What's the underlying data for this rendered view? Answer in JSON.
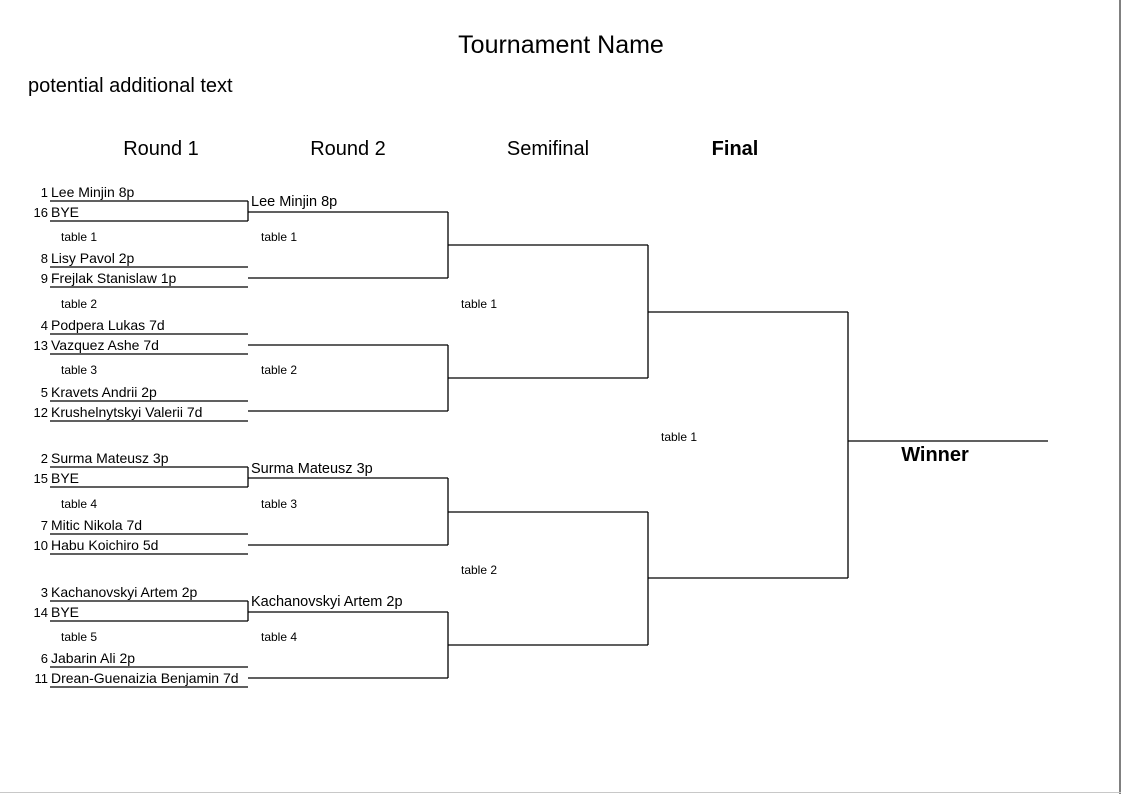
{
  "title": "Tournament Name",
  "subtitle": "potential additional text",
  "rounds": [
    "Round 1",
    "Round 2",
    "Semifinal",
    "Final"
  ],
  "winner_label": "Winner",
  "round1": [
    {
      "seed": "1",
      "name": "Lee Minjin 8p"
    },
    {
      "seed": "16",
      "name": "BYE"
    },
    {
      "seed": "8",
      "name": "Lisy Pavol 2p"
    },
    {
      "seed": "9",
      "name": "Frejlak Stanislaw 1p"
    },
    {
      "seed": "4",
      "name": "Podpera Lukas 7d"
    },
    {
      "seed": "13",
      "name": "Vazquez Ashe 7d"
    },
    {
      "seed": "5",
      "name": "Kravets Andrii 2p"
    },
    {
      "seed": "12",
      "name": "Krushelnytskyi Valerii 7d"
    },
    {
      "seed": "2",
      "name": "Surma Mateusz 3p"
    },
    {
      "seed": "15",
      "name": "BYE"
    },
    {
      "seed": "7",
      "name": "Mitic Nikola 7d"
    },
    {
      "seed": "10",
      "name": "Habu Koichiro 5d"
    },
    {
      "seed": "3",
      "name": "Kachanovskyi Artem 2p"
    },
    {
      "seed": "14",
      "name": "BYE"
    },
    {
      "seed": "6",
      "name": "Jabarin Ali 2p"
    },
    {
      "seed": "11",
      "name": "Drean-Guenaizia Benjamin 7d"
    }
  ],
  "round1_tables": [
    "table 1",
    "table 2",
    "table 3",
    "table 4",
    "table 5"
  ],
  "round2_winners": [
    "Lee Minjin 8p",
    "Surma Mateusz 3p",
    "Kachanovskyi Artem 2p"
  ],
  "round2_tables": [
    "table 1",
    "table 2",
    "table 3",
    "table 4"
  ],
  "semifinal_tables": [
    "table 1",
    "table 2"
  ],
  "final_tables": [
    "table 1"
  ]
}
